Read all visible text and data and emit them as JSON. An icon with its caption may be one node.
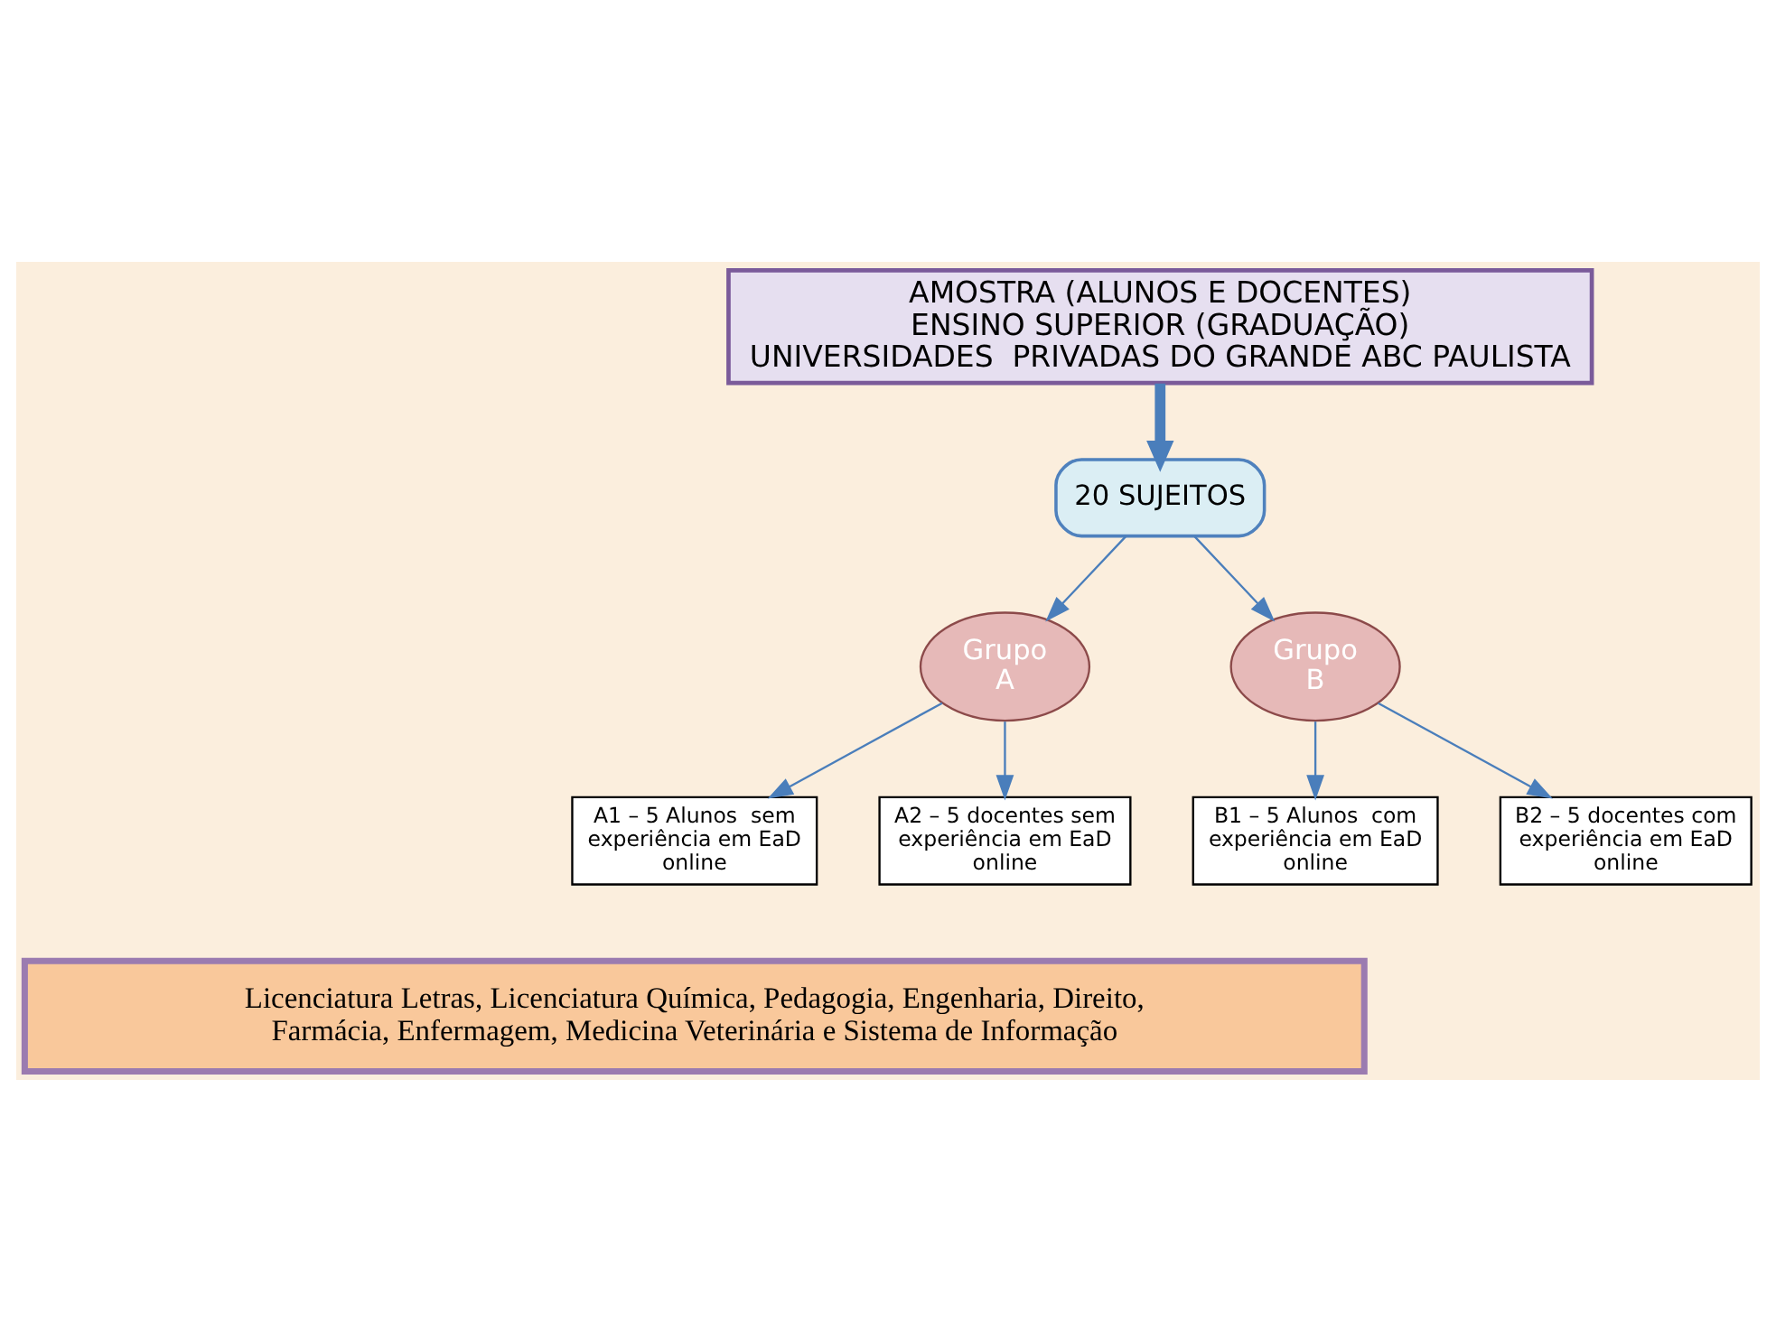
{
  "diagram": {
    "nodes": [
      {
        "text": [
          "AMOSTRA (ALUNOS E DOCENTES)",
          "ENSINO SUPERIOR (GRADUAÇÃO)",
          "UNIVERSIDADES  PRIVADAS DO GRANDE ABC PAULISTA"
        ]
      },
      {
        "text": [
          "20 SUJEITOS"
        ]
      },
      {
        "text": [
          "Grupo A"
        ]
      },
      {
        "text": [
          "Grupo B"
        ]
      },
      {
        "text": [
          "A1 – 5 Alunos  sem experiência em EaD online"
        ]
      },
      {
        "text": [
          "A2 – 5 docentes sem experiência em EaD online"
        ]
      },
      {
        "text": [
          "B1 – 5 Alunos  com experiência em EaD online"
        ]
      },
      {
        "text": [
          "B2 – 5 docentes com experiência em EaD online"
        ]
      },
      {
        "text": [
          "Licenciatura Letras, Licenciatura Química, Pedagogia, Engenharia, Direito, Farmácia, Enfermagem, Medicina Veterinária e Sistema de Informação"
        ]
      }
    ],
    "edges": [
      {
        "from": 0,
        "to": 1,
        "arrow": "to",
        "style": "thick"
      },
      {
        "from": 1,
        "to": 2,
        "arrow": "to"
      },
      {
        "from": 1,
        "to": 3,
        "arrow": "to"
      },
      {
        "from": 2,
        "to": 4,
        "arrow": "to"
      },
      {
        "from": 2,
        "to": 5,
        "arrow": "to"
      },
      {
        "from": 3,
        "to": 6,
        "arrow": "to"
      },
      {
        "from": 3,
        "to": 7,
        "arrow": "to"
      }
    ]
  }
}
